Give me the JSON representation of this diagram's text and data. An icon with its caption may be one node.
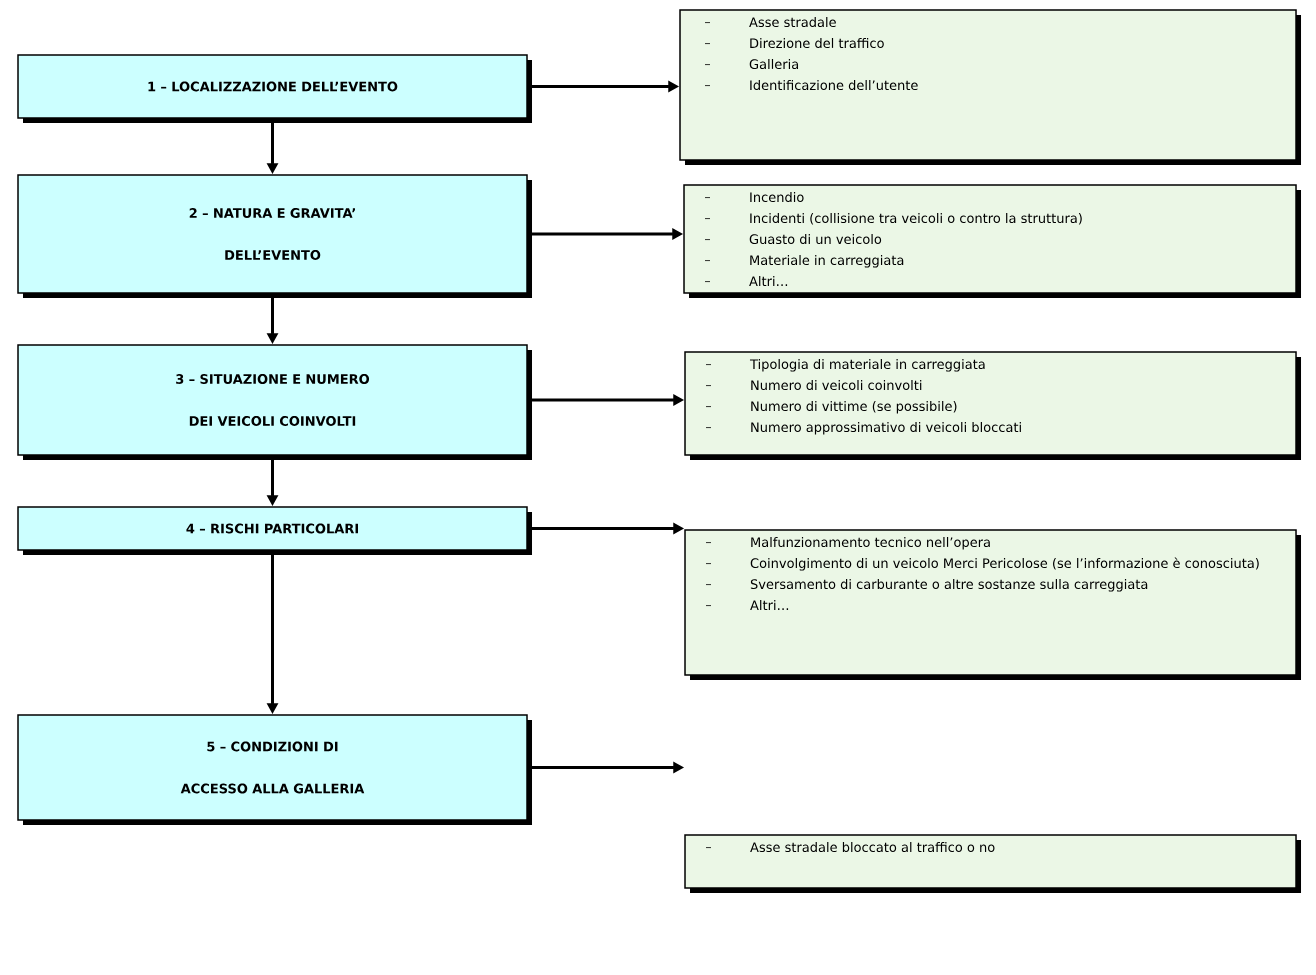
{
  "diagram": {
    "nodes": [
      {
        "text": [
          "1 – LOCALIZZAZIONE DELL’EVENTO"
        ]
      },
      {
        "text": [
          "Asse stradale",
          "Direzione del traffico",
          "Galleria",
          "Identificazione dell’utente"
        ]
      },
      {
        "text": [
          "2 – NATURA E GRAVITA’ DELL’EVENTO"
        ]
      },
      {
        "text": [
          "Incendio",
          "Incidenti (collisione tra veicoli o contro la struttura)",
          "Guasto di un veicolo",
          "Materiale in carreggiata",
          "Altri…"
        ]
      },
      {
        "text": [
          "3 – SITUAZIONE E NUMERO DEI VEICOLI COINVOLTI"
        ]
      },
      {
        "text": [
          "Tipologia di materiale in carreggiata",
          "Numero di veicoli coinvolti",
          "Numero di vittime (se possibile)",
          "Numero approssimativo di veicoli bloccati"
        ]
      },
      {
        "text": [
          "4 – RISCHI PARTICOLARI"
        ]
      },
      {
        "text": [
          "Malfunzionamento tecnico nell’opera",
          "Coinvolgimento di un veicolo Merci Pericolose (se l’informazione è conosciuta)",
          "Sversamento di carburante o altre sostanze sulla carreggiata",
          "Altri…"
        ]
      },
      {
        "text": [
          "5 – CONDIZIONI DI ACCESSO ALLA GALLERIA"
        ]
      },
      {
        "text": [
          "Asse stradale bloccato al traffico o no"
        ]
      }
    ],
    "edges": [
      {
        "from": 0,
        "to": 1,
        "arrow": "to"
      },
      {
        "from": 0,
        "to": 2,
        "arrow": "to"
      },
      {
        "from": 2,
        "to": 3,
        "arrow": "to"
      },
      {
        "from": 2,
        "to": 4,
        "arrow": "to"
      },
      {
        "from": 4,
        "to": 5,
        "arrow": "to"
      },
      {
        "from": 4,
        "to": 6,
        "arrow": "to"
      },
      {
        "from": 6,
        "to": 7,
        "arrow": "to"
      },
      {
        "from": 6,
        "to": 8,
        "arrow": "to"
      },
      {
        "from": 8,
        "to": 9,
        "arrow": "to"
      }
    ]
  }
}
